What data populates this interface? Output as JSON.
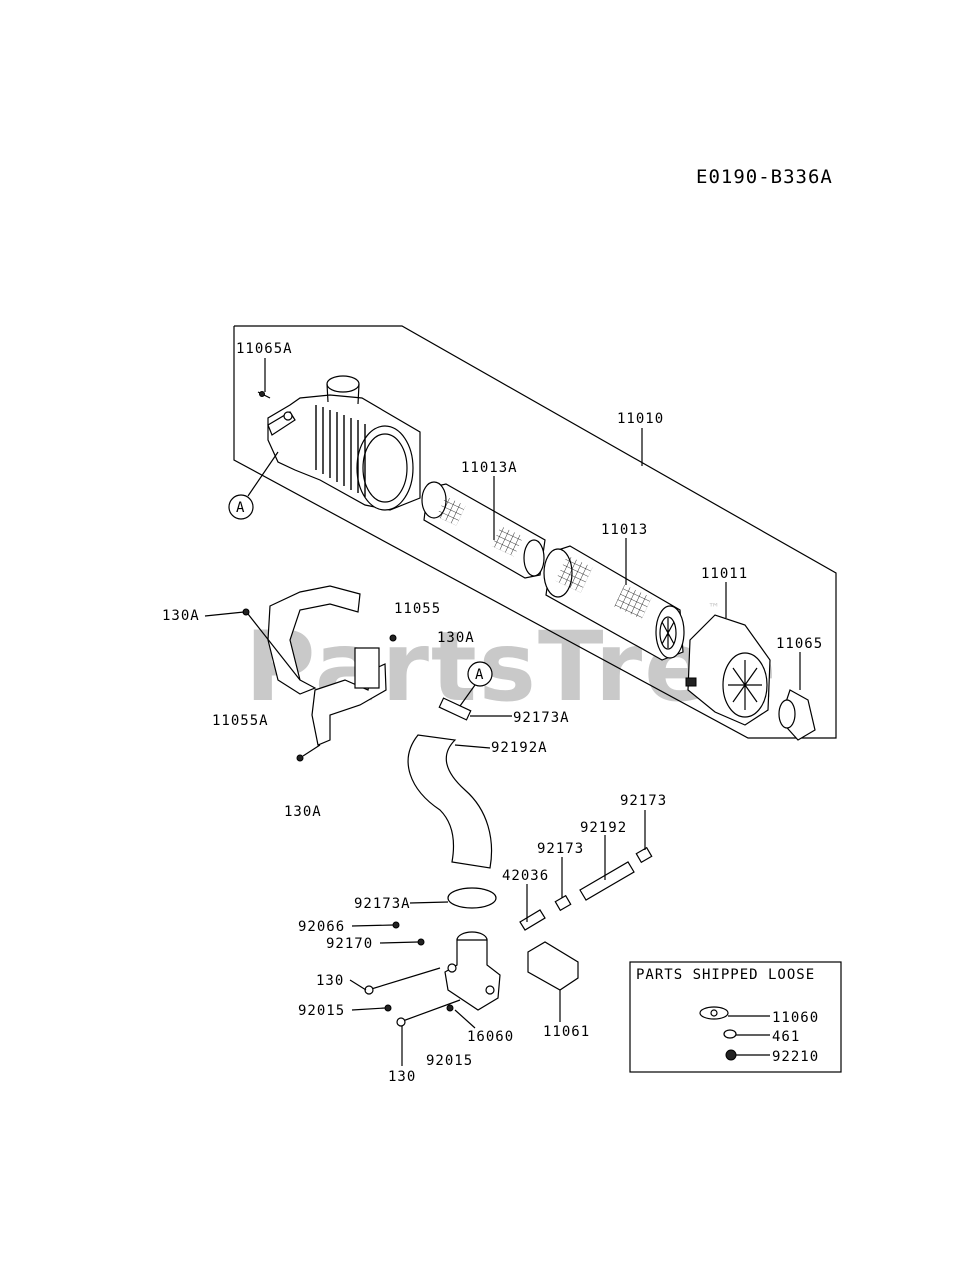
{
  "diagram_code": "E0190-B336A",
  "watermark": "PartsTree",
  "watermark_tm": "™",
  "callouts": {
    "c11065A": "11065A",
    "c11010": "11010",
    "c11013A": "11013A",
    "c11013": "11013",
    "c11011": "11011",
    "c11065": "11065",
    "c130A_1": "130A",
    "c11055": "11055",
    "c130A_2": "130A",
    "c11055A": "11055A",
    "c92173A_1": "92173A",
    "c92192A": "92192A",
    "c130A_3": "130A",
    "c92173_1": "92173",
    "c92192": "92192",
    "c92173_2": "92173",
    "c42036": "42036",
    "c92173A_2": "92173A",
    "c92066": "92066",
    "c92170": "92170",
    "c130_1": "130",
    "c92015_1": "92015",
    "c16060": "16060",
    "c11061": "11061",
    "c130_2": "130",
    "c92015_2": "92015"
  },
  "ref_marker": "A",
  "loose_box": {
    "title": "PARTS SHIPPED LOOSE",
    "items": [
      "11060",
      "461",
      "92210"
    ]
  }
}
